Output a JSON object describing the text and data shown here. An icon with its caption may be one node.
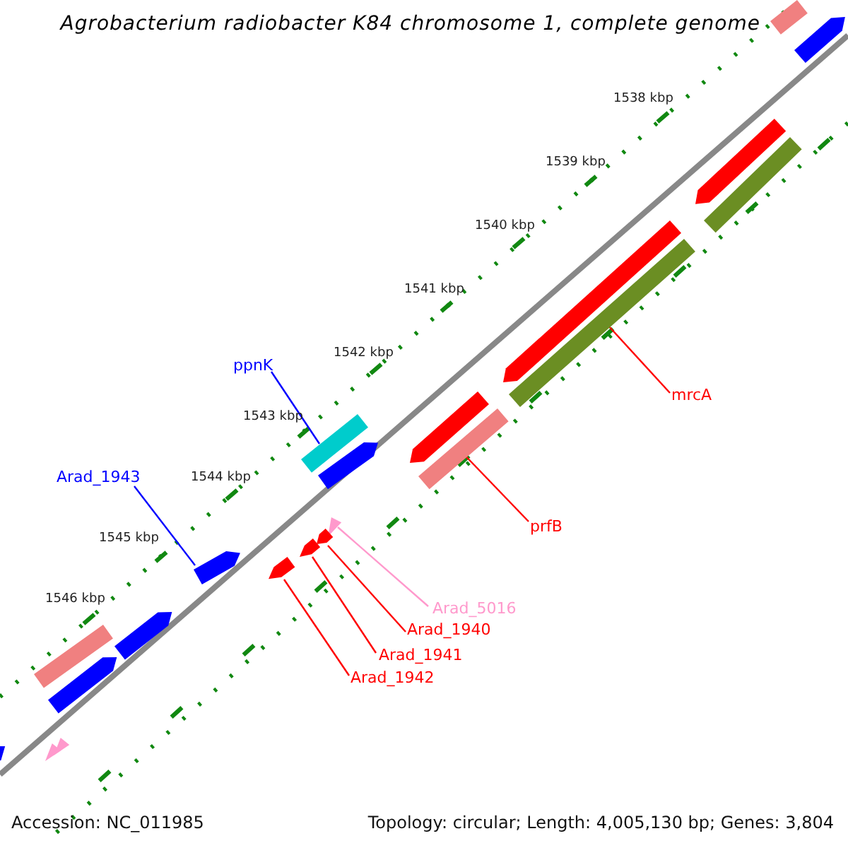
{
  "diagram": {
    "title": "Agrobacterium radiobacter K84 chromosome 1, complete genome",
    "nodes": [
      {
        "text": [
          "ppnK"
        ]
      },
      {
        "text": [],
        "shape": "bar"
      },
      {
        "text": [
          "Arad_1943"
        ]
      },
      {
        "text": [],
        "shape": "bar"
      },
      {
        "text": [
          "mrcA"
        ]
      },
      {
        "text": [],
        "shape": "bar"
      },
      {
        "text": [
          "prfB"
        ]
      },
      {
        "text": [],
        "shape": "bar"
      },
      {
        "text": [
          "Arad_5016"
        ]
      },
      {
        "text": [],
        "shape": "triangle"
      },
      {
        "text": [
          "Arad_1940"
        ]
      },
      {
        "text": [],
        "shape": "bar"
      },
      {
        "text": [
          "Arad_1941"
        ]
      },
      {
        "text": [],
        "shape": "bar"
      },
      {
        "text": [
          "Arad_1942"
        ]
      },
      {
        "text": [],
        "shape": "bar"
      },
      {
        "text": [],
        "shape": "bar"
      },
      {
        "text": [],
        "shape": "bar"
      },
      {
        "text": [],
        "shape": "bar"
      },
      {
        "text": [],
        "shape": "bar"
      },
      {
        "text": [],
        "shape": "bar"
      },
      {
        "text": [],
        "shape": "bar"
      },
      {
        "text": [],
        "shape": "bar"
      },
      {
        "text": [],
        "shape": "bar"
      },
      {
        "text": [],
        "shape": "bar"
      },
      {
        "text": [],
        "shape": "bar"
      },
      {
        "text": [],
        "shape": "bar"
      },
      {
        "text": [],
        "shape": "triangle"
      },
      {
        "text": [],
        "shape": "triangle"
      }
    ],
    "edges": [
      {
        "from": 0,
        "to": 1,
        "arrow": "none",
        "color": "#0000ff"
      },
      {
        "from": 2,
        "to": 3,
        "arrow": "none",
        "color": "#0000ff"
      },
      {
        "from": 4,
        "to": 5,
        "arrow": "none"
      },
      {
        "from": 6,
        "to": 7,
        "arrow": "none"
      },
      {
        "from": 8,
        "to": 9,
        "arrow": "none",
        "color": "#ff99cc"
      },
      {
        "from": 10,
        "to": 11,
        "arrow": "none"
      },
      {
        "from": 12,
        "to": 13,
        "arrow": "none"
      },
      {
        "from": 14,
        "to": 15,
        "arrow": "none"
      }
    ],
    "labels": [
      "1538 kbp",
      "1539 kbp",
      "1540 kbp",
      "1541 kbp",
      "1542 kbp",
      "1543 kbp",
      "1544 kbp",
      "1545 kbp",
      "1546 kbp",
      "Accession: NC_011985",
      "Topology: circular; Length: 4,005,130 bp; Genes: 3,804"
    ]
  }
}
